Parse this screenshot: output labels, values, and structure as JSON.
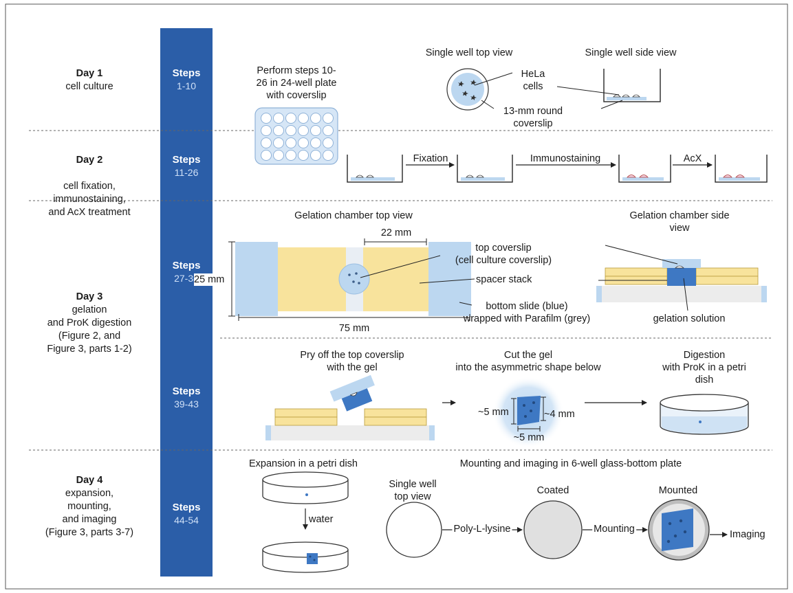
{
  "colors": {
    "step_bar": "#2b5ea8",
    "gel_blue": "#3e78c3",
    "light_blue": "#bcd7f0",
    "spacer_yellow": "#f8e39c",
    "parafilm_grey": "#e7e7e7"
  },
  "days": [
    {
      "title": "Day 1",
      "desc": "cell culture",
      "steps_label": "Steps",
      "steps_range": "1-10"
    },
    {
      "title": "Day 2",
      "desc": "cell fixation,\nimmunostaining,\nand AcX treatment",
      "steps_label": "Steps",
      "steps_range": "11-26"
    },
    {
      "title": "Day 3",
      "desc": "gelation\nand ProK digestion\n(Figure 2, and\nFigure 3, parts 1-2)",
      "steps_a_label": "Steps",
      "steps_a_range": "27-38",
      "steps_b_label": "Steps",
      "steps_b_range": "39-43"
    },
    {
      "title": "Day 4",
      "desc": "expansion,\nmounting,\nand imaging\n(Figure 3, parts 3-7)",
      "steps_label": "Steps",
      "steps_range": "44-54"
    }
  ],
  "day1": {
    "perform": "Perform steps 10-\n26 in 24-well plate\nwith coverslip",
    "top_view": "Single well top view",
    "side_view": "Single well side view",
    "hela": "HeLa\ncells",
    "coverslip": "13-mm round\ncoverslip"
  },
  "day2": {
    "fixation": "Fixation",
    "immunostaining": "Immunostaining",
    "acx": "AcX"
  },
  "day3": {
    "chamber_top": "Gelation chamber top view",
    "chamber_side": "Gelation chamber side view",
    "dim_22": "22 mm",
    "dim_25": "25 mm",
    "dim_75": "75 mm",
    "top_coverslip": "top coverslip\n(cell culture coverslip)",
    "spacer": "spacer stack",
    "bottom_slide": "bottom slide (blue)\nwrapped with Parafilm (grey)",
    "gelation_solution": "gelation solution",
    "pry": "Pry off the top coverslip\nwith the gel",
    "cut": "Cut the gel\ninto the asymmetric shape below",
    "digestion": "Digestion\nwith ProK in a petri dish",
    "dim_5a": "~5 mm",
    "dim_4": "~4 mm",
    "dim_5b": "~5 mm"
  },
  "day4": {
    "expansion": "Expansion in a petri dish",
    "water": "water",
    "mounting_header": "Mounting and imaging in 6-well glass-bottom plate",
    "single_well": "Single well\ntop view",
    "poly": "Poly-L-lysine",
    "coated": "Coated",
    "mounting": "Mounting",
    "mounted": "Mounted",
    "imaging": "Imaging"
  }
}
